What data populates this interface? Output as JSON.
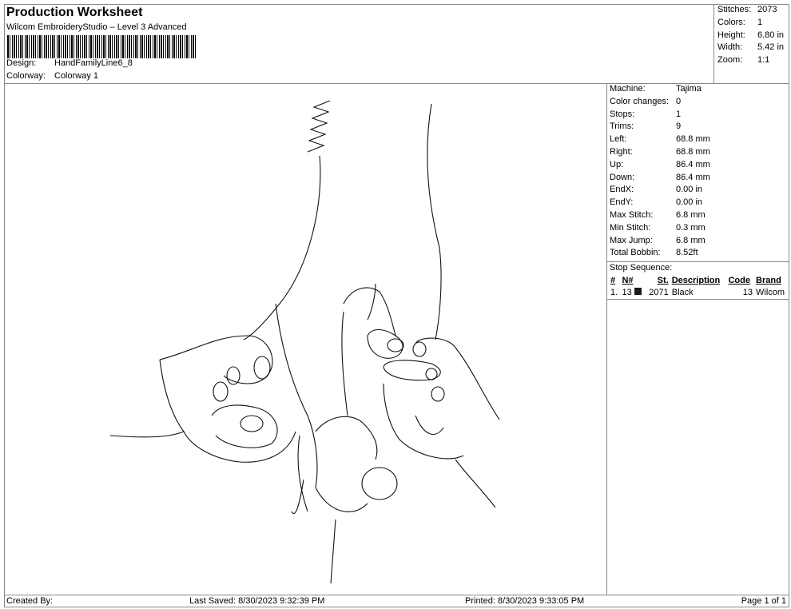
{
  "header": {
    "title": "Production Worksheet",
    "subtitle": "Wilcom EmbroideryStudio – Level 3 Advanced",
    "design_label": "Design:",
    "design": "HandFamilyLine6_8",
    "colorway_label": "Colorway:",
    "colorway": "Colorway 1"
  },
  "stats": [
    {
      "k": "Stitches:",
      "v": "2073"
    },
    {
      "k": "Colors:",
      "v": "1"
    },
    {
      "k": "Height:",
      "v": "6.80 in"
    },
    {
      "k": "Width:",
      "v": "5.42 in"
    },
    {
      "k": "Zoom:",
      "v": "1:1"
    }
  ],
  "machine": [
    {
      "k": "Machine:",
      "v": "Tajima"
    },
    {
      "k": "Color changes:",
      "v": "0"
    },
    {
      "k": "Stops:",
      "v": "1"
    },
    {
      "k": "Trims:",
      "v": "9"
    },
    {
      "k": "Left:",
      "v": "68.8 mm"
    },
    {
      "k": "Right:",
      "v": "68.8 mm"
    },
    {
      "k": "Up:",
      "v": "86.4 mm"
    },
    {
      "k": "Down:",
      "v": "86.4 mm"
    },
    {
      "k": "EndX:",
      "v": "0.00 in"
    },
    {
      "k": "EndY:",
      "v": "0.00 in"
    },
    {
      "k": "Max Stitch:",
      "v": "6.8 mm"
    },
    {
      "k": "Min Stitch:",
      "v": "0.3 mm"
    },
    {
      "k": "Max Jump:",
      "v": "6.8 mm"
    },
    {
      "k": "Total Bobbin:",
      "v": "8.52ft"
    }
  ],
  "stop_sequence": {
    "label": "Stop Sequence:",
    "headers": [
      "#",
      "N#",
      "St.",
      "Description",
      "Code",
      "Brand"
    ],
    "rows": [
      {
        "num": "1.",
        "n": "13",
        "color": "#1a1a1a",
        "st": "2071",
        "desc": "Black",
        "code": "13",
        "brand": "Wilcom"
      }
    ]
  },
  "footer": {
    "created": "Created By:",
    "saved": "Last Saved: 8/30/2023 9:32:39 PM",
    "printed": "Printed: 8/30/2023 9:33:05 PM",
    "page": "Page 1 of 1"
  }
}
